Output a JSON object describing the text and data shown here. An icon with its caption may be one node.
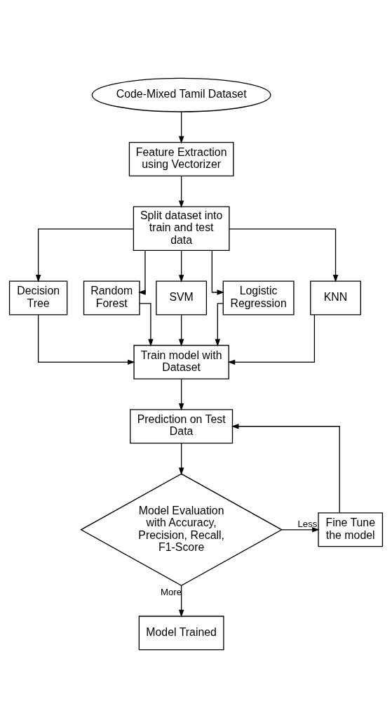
{
  "diagram": {
    "nodes": [
      {
        "text": [
          "Code-Mixed Tamil Dataset"
        ]
      },
      {
        "text": [
          "Feature Extraction using Vectorizer"
        ]
      },
      {
        "text": [
          "Split dataset into train and test data"
        ]
      },
      {
        "text": [
          "Decision Tree"
        ]
      },
      {
        "text": [
          "Random Forest"
        ]
      },
      {
        "text": [
          "SVM"
        ]
      },
      {
        "text": [
          "Logistic Regression"
        ]
      },
      {
        "text": [
          "KNN"
        ]
      },
      {
        "text": [
          "Train model with Dataset"
        ]
      },
      {
        "text": [
          "Prediction on Test Data"
        ]
      },
      {
        "text": [
          "Model Evaluation with Accuracy, Precision, Recall, F1-Score"
        ]
      },
      {
        "text": [
          "Fine Tune the model"
        ]
      },
      {
        "text": [
          "Model Trained"
        ]
      }
    ],
    "edges": [
      {
        "from": 0,
        "to": 1,
        "arrow": "to"
      },
      {
        "from": 1,
        "to": 2,
        "arrow": "to"
      },
      {
        "from": 2,
        "to": 3,
        "arrow": "to"
      },
      {
        "from": 2,
        "to": 4,
        "arrow": "to"
      },
      {
        "from": 2,
        "to": 5,
        "arrow": "to"
      },
      {
        "from": 2,
        "to": 6,
        "arrow": "to"
      },
      {
        "from": 2,
        "to": 7,
        "arrow": "to"
      },
      {
        "from": 3,
        "to": 8,
        "arrow": "to"
      },
      {
        "from": 4,
        "to": 8,
        "arrow": "to"
      },
      {
        "from": 5,
        "to": 8,
        "arrow": "to"
      },
      {
        "from": 6,
        "to": 8,
        "arrow": "to"
      },
      {
        "from": 7,
        "to": 8,
        "arrow": "to"
      },
      {
        "from": 8,
        "to": 9,
        "arrow": "to"
      },
      {
        "from": 9,
        "to": 10,
        "arrow": "to"
      },
      {
        "from": 10,
        "to": 11,
        "arrow": "to",
        "label": "Less"
      },
      {
        "from": 11,
        "to": 9,
        "arrow": "to"
      },
      {
        "from": 10,
        "to": 12,
        "arrow": "to",
        "label": "More"
      }
    ]
  }
}
